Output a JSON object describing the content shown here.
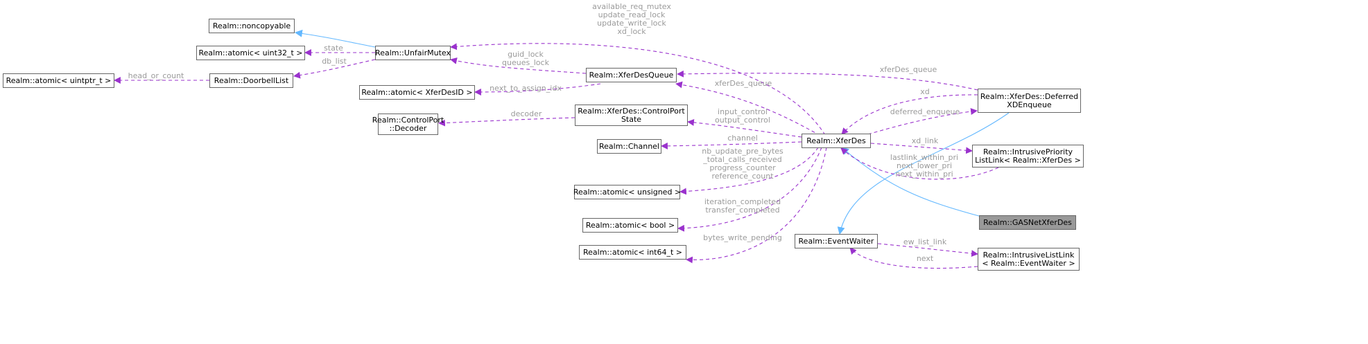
{
  "nodes": {
    "noncopyable": "Realm::noncopyable",
    "atomic_uint32": "Realm::atomic< uint32_t >",
    "atomic_uintptr": "Realm::atomic< uintptr_t >",
    "doorbell_list": "Realm::DoorbellList",
    "unfair_mutex": "Realm::UnfairMutex",
    "xferdes_queue": "Realm::XferDesQueue",
    "atomic_xferdesid": "Realm::atomic< XferDesID >",
    "control_port_decoder": "Realm::ControlPort\n::Decoder",
    "control_port_state": "Realm::XferDes::ControlPort\nState",
    "channel": "Realm::Channel",
    "atomic_unsigned": "Realm::atomic< unsigned >",
    "atomic_bool": "Realm::atomic< bool >",
    "atomic_int64": "Realm::atomic< int64_t >",
    "xferdes": "Realm::XferDes",
    "deferred_enqueue": "Realm::XferDes::Deferred\nXDEnqueue",
    "intrusive_priority_link": "Realm::IntrusivePriority\nListLink< Realm::XferDes >",
    "gasnet_xferdes": "Realm::GASNetXferDes",
    "event_waiter": "Realm::EventWaiter",
    "intrusive_list_link": "Realm::IntrusiveListLink\n< Realm::EventWaiter >"
  },
  "edge_labels": {
    "state": "state",
    "head_or_count": "head_or_count",
    "db_list": "db_list",
    "mutex_members": "available_req_mutex\nupdate_read_lock\nupdate_write_lock\nxd_lock",
    "guid_queues_lock": "guid_lock\nqueues_lock",
    "next_to_assign_idx": "next_to_assign_idx",
    "decoder": "decoder",
    "xferdes_queue_1": "xferDes_queue",
    "xferdes_queue_2": "xferDes_queue",
    "io_control": "input_control\noutput_control",
    "channel": "channel",
    "counters": "nb_update_pre_bytes\n_total_calls_received\nprogress_counter\nreference_count",
    "completed_flags": "iteration_completed\ntransfer_completed",
    "bytes_write_pending": "bytes_write_pending",
    "xd": "xd",
    "deferred_enqueue": "deferred_enqueue",
    "xd_link": "xd_link",
    "priority_links": "lastlink_within_pri\nnext_lower_pri\nnext_within_pri",
    "ew_list_link": "ew_list_link",
    "next": "next"
  },
  "colors": {
    "inheritance_edge": "#63b8ff",
    "member_edge": "#9a32cd",
    "node_border": "#666666",
    "focus_fill": "#999999",
    "label_text": "#9a9a9a"
  }
}
